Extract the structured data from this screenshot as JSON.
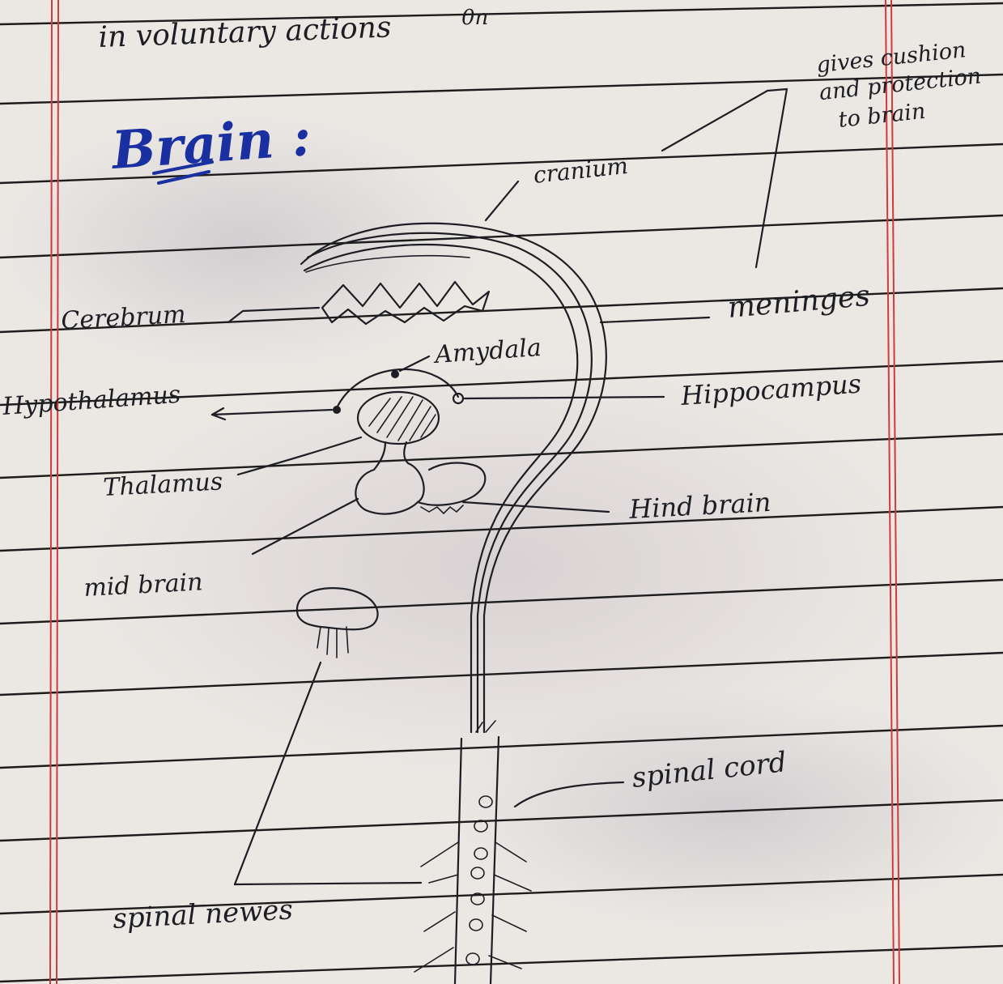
{
  "top_text": {
    "line": "in voluntary   actions",
    "mark": "0n"
  },
  "heading": "Brain :",
  "labels": {
    "cushion": [
      "gives  cushion",
      "and protection",
      "to brain"
    ],
    "cranium": "cranium",
    "cerebrum": "Cerebrum",
    "meninges": "meninges",
    "amygdala": "Amydala",
    "hypothalamus": "Hypothalamus",
    "hippocampus": "Hippocampus",
    "thalamus": "Thalamus",
    "hind_brain": "Hind brain",
    "mid_brain": "mid brain",
    "spinal_cord": "spinal  cord",
    "spinal_nerves": "spinal  newes"
  },
  "colors": {
    "ink": "#1d1d24",
    "heading_ink": "#1a2fa0",
    "margin_line": "#d23a3a",
    "paper": "#e9e6e2"
  }
}
